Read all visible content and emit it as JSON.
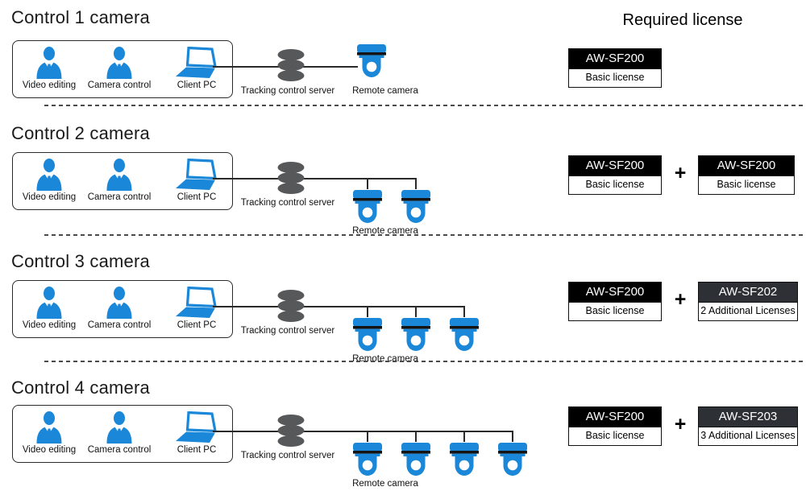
{
  "required_license_header": "Required license",
  "colors": {
    "icon_blue": "#1a87d8",
    "server_gray": "#57585a",
    "line_black": "#2a2a2a",
    "license_header_black": "#000000",
    "license_header_charcoal": "#2d3136"
  },
  "rows": [
    {
      "title": "Control 1 camera",
      "workstation": {
        "video_editing": "Video editing",
        "camera_control": "Camera control",
        "client_pc": "Client PC"
      },
      "server_label": "Tracking control server",
      "camera_label": "Remote camera",
      "camera_count": 1,
      "licenses": [
        {
          "model": "AW-SF200",
          "desc": "Basic license"
        }
      ]
    },
    {
      "title": "Control 2 camera",
      "workstation": {
        "video_editing": "Video editing",
        "camera_control": "Camera control",
        "client_pc": "Client PC"
      },
      "server_label": "Tracking control server",
      "camera_label": "Remote camera",
      "camera_count": 2,
      "plus": "+",
      "licenses": [
        {
          "model": "AW-SF200",
          "desc": "Basic license"
        },
        {
          "model": "AW-SF200",
          "desc": "Basic license"
        }
      ]
    },
    {
      "title": "Control 3 camera",
      "workstation": {
        "video_editing": "Video editing",
        "camera_control": "Camera control",
        "client_pc": "Client PC"
      },
      "server_label": "Tracking control server",
      "camera_label": "Remote camera",
      "camera_count": 3,
      "plus": "+",
      "licenses": [
        {
          "model": "AW-SF200",
          "desc": "Basic license"
        },
        {
          "model": "AW-SF202",
          "desc": "2 Additional Licenses"
        }
      ]
    },
    {
      "title": "Control 4 camera",
      "workstation": {
        "video_editing": "Video editing",
        "camera_control": "Camera control",
        "client_pc": "Client PC"
      },
      "server_label": "Tracking control server",
      "camera_label": "Remote camera",
      "camera_count": 4,
      "plus": "+",
      "licenses": [
        {
          "model": "AW-SF200",
          "desc": "Basic license"
        },
        {
          "model": "AW-SF203",
          "desc": "3 Additional Licenses"
        }
      ]
    }
  ]
}
